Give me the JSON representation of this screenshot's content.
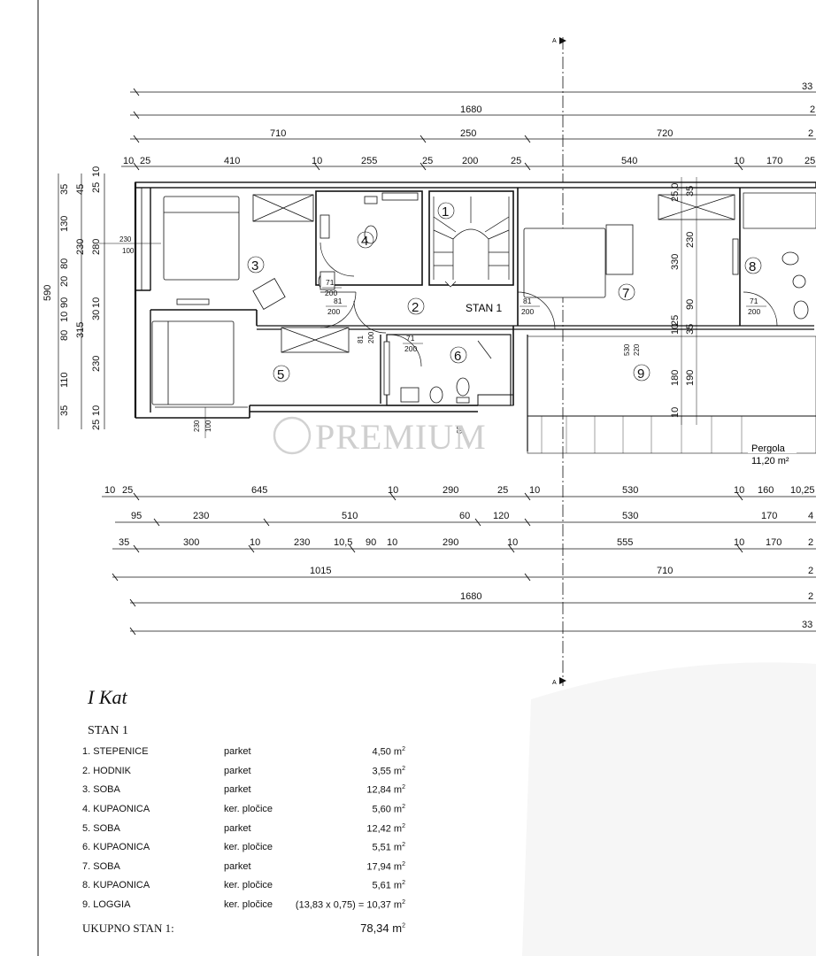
{
  "plan": {
    "section_marker": "A",
    "dims_top": [
      "33",
      "1680",
      "2",
      "710",
      "250",
      "720",
      "2",
      "10",
      "25",
      "410",
      "10",
      "255",
      "25",
      "200",
      "25",
      "540",
      "10",
      "170",
      "25"
    ],
    "dims_left": [
      "590",
      "10",
      "25",
      "35",
      "45",
      "130",
      "230",
      "280",
      "80",
      "20",
      "90",
      "10",
      "10",
      "30",
      "80",
      "315",
      "110",
      "230",
      "35",
      "10",
      "25"
    ],
    "dims_bottom": [
      "10",
      "25",
      "645",
      "10",
      "290",
      "25",
      "10",
      "530",
      "10",
      "160",
      "10,25",
      "95",
      "230",
      "510",
      "60",
      "120",
      "530",
      "170",
      "4",
      "35",
      "300",
      "10",
      "230",
      "10,5",
      "90",
      "10",
      "290",
      "10",
      "555",
      "10",
      "170",
      "2",
      "1015",
      "710",
      "2",
      "1680",
      "2",
      "33"
    ],
    "dims_inner": [
      "230",
      "100",
      "230",
      "100",
      "25,0",
      "35",
      "230",
      "330",
      "90",
      "10",
      "25",
      "35",
      "180",
      "190",
      "10",
      "530",
      "220",
      "60",
      "81",
      "200"
    ],
    "doors": [
      {
        "w": "71",
        "h": "200"
      },
      {
        "w": "81",
        "h": "200"
      },
      {
        "w": "81",
        "h": "200"
      },
      {
        "w": "71",
        "h": "200"
      },
      {
        "w": "71",
        "h": "200"
      }
    ],
    "rooms": [
      "1",
      "2",
      "3",
      "4",
      "5",
      "6",
      "7",
      "8",
      "9"
    ],
    "stan_label": "STAN 1",
    "pergola": {
      "label": "Pergola",
      "area": "11,20 m²"
    },
    "watermark": "PREMIUM"
  },
  "legend": {
    "floor_title": "I Kat",
    "apartment_title": "STAN 1",
    "rows": [
      {
        "name": "1. STEPENICE",
        "material": "parket",
        "area": "4,50 m",
        "sup": "2"
      },
      {
        "name": "2. HODNIK",
        "material": "parket",
        "area": "3,55 m",
        "sup": "2"
      },
      {
        "name": "3. SOBA",
        "material": "parket",
        "area": "12,84 m",
        "sup": "2"
      },
      {
        "name": "4. KUPAONICA",
        "material": "ker. pločice",
        "area": "5,60 m",
        "sup": "2"
      },
      {
        "name": "5. SOBA",
        "material": "parket",
        "area": "12,42 m",
        "sup": "2"
      },
      {
        "name": "6. KUPAONICA",
        "material": "ker. pločice",
        "area": "5,51 m",
        "sup": "2"
      },
      {
        "name": "7. SOBA",
        "material": "parket",
        "area": "17,94 m",
        "sup": "2"
      },
      {
        "name": "8. KUPAONICA",
        "material": "ker. pločice",
        "area": "5,61 m",
        "sup": "2"
      },
      {
        "name": "9. LOGGIA",
        "material": "ker. pločice",
        "area": "(13,83 x 0,75)  = 10,37 m",
        "sup": "2"
      }
    ],
    "total_label": "UKUPNO STAN 1:",
    "total_value": "78,34 m",
    "total_sup": "2"
  }
}
